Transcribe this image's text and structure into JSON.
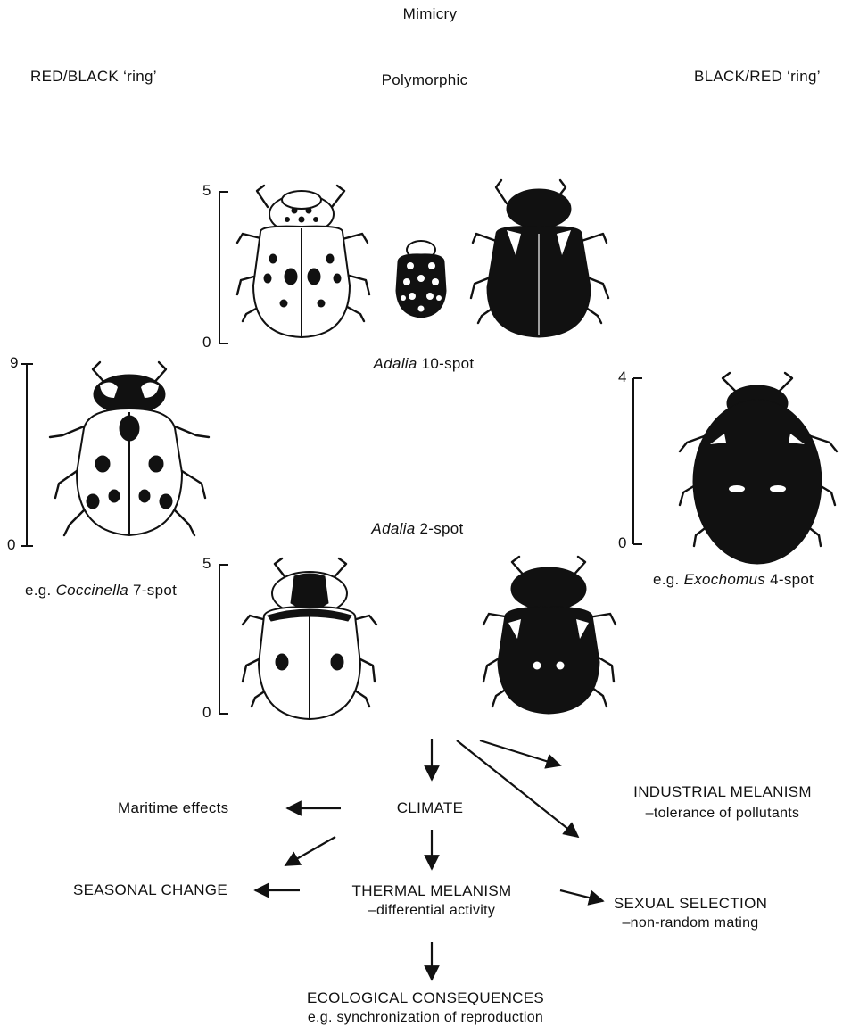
{
  "title": "Mimicry",
  "left_ring": "RED/BLACK ‘ring’",
  "right_ring": "BLACK/RED ‘ring’",
  "center": "Polymorphic",
  "species": {
    "adalia10": {
      "genus": "Adalia",
      "name": " 10-spot"
    },
    "adalia2": {
      "genus": "Adalia",
      "name": " 2-spot"
    },
    "coccinella": {
      "prefix": "e.g. ",
      "genus": "Coccinella",
      "name": " 7-spot"
    },
    "exochomus": {
      "prefix": "e.g. ",
      "genus": "Exochomus",
      "name": " 4-spot"
    }
  },
  "scales": {
    "top_center": {
      "max": "5",
      "min": "0"
    },
    "left": {
      "max": "9",
      "min": "0"
    },
    "right": {
      "max": "4",
      "min": "0"
    },
    "bottom_center": {
      "max": "5",
      "min": "0"
    }
  },
  "factors": {
    "climate": "CLIMATE",
    "maritime": "Maritime effects",
    "seasonal": "SEASONAL CHANGE",
    "thermal": {
      "title": "THERMAL MELANISM",
      "sub": "–differential activity"
    },
    "industrial": {
      "title": "INDUSTRIAL MELANISM",
      "sub": "–tolerance of pollutants"
    },
    "sexual": {
      "title": "SEXUAL SELECTION",
      "sub": "–non-random mating"
    },
    "ecological": {
      "title": "ECOLOGICAL CONSEQUENCES",
      "sub": "e.g. synchronization of reproduction"
    }
  }
}
